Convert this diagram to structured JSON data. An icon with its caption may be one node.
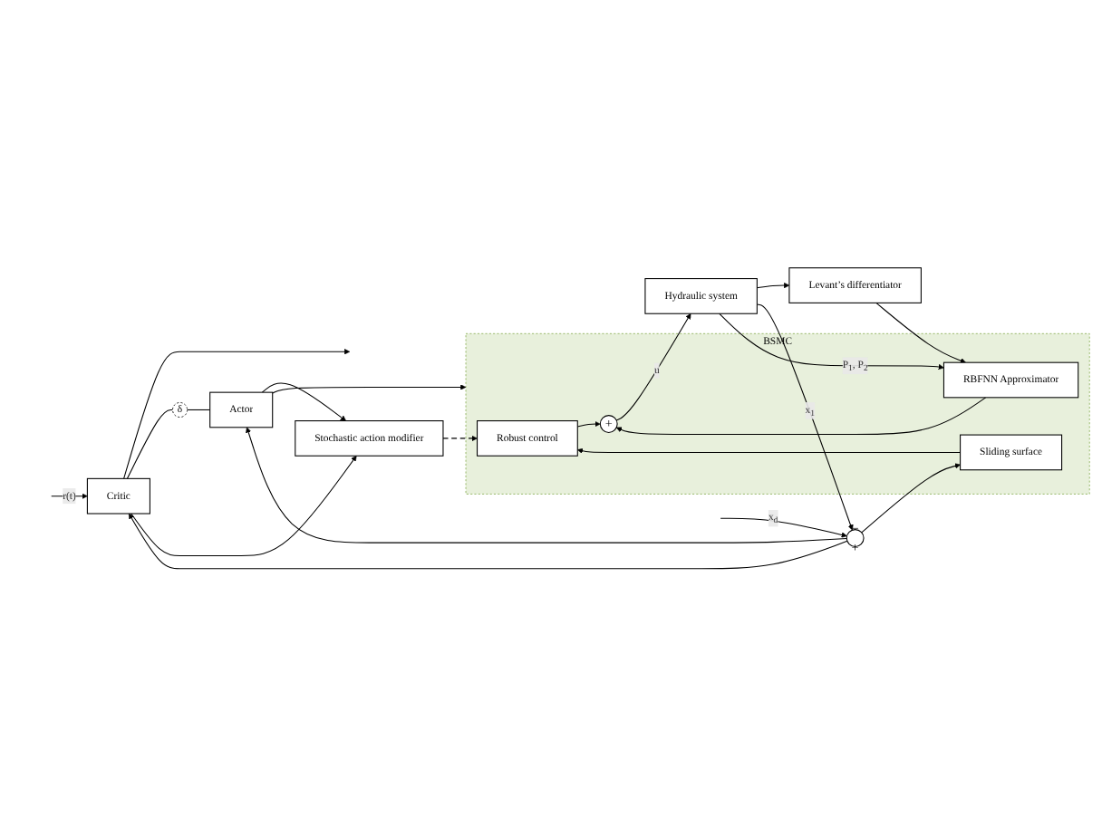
{
  "diagram": {
    "nodes": [
      {
        "text": [
          "Critic"
        ]
      },
      {
        "text": [
          "δ"
        ]
      },
      {
        "text": [
          "Actor"
        ]
      },
      {
        "text": [
          "Stochastic action modifier"
        ]
      },
      {
        "text": [
          "BSMC"
        ]
      },
      {
        "text": [
          "Sliding surface"
        ],
        "in": 4
      },
      {
        "text": [
          "Robust control"
        ],
        "in": 4
      },
      {
        "text": [
          "+"
        ],
        "in": 4
      },
      {
        "text": [
          "RBFNN Approximator"
        ],
        "in": 4
      },
      {
        "text": [
          "−",
          "+"
        ]
      },
      {
        "text": [
          "Hydraulic system"
        ]
      },
      {
        "text": [
          "Levant’s differentiator"
        ]
      }
    ],
    "edges": [
      {
        "from": null,
        "to": 9,
        "arrow": "to",
        "label": "x$_{d}$"
      },
      {
        "from": null,
        "to": 0,
        "arrow": "to",
        "label": "r(t)"
      },
      {
        "from": 9,
        "to": 0,
        "arrow": "to"
      },
      {
        "from": 9,
        "to": 2,
        "arrow": "to"
      },
      {
        "from": 9,
        "to": 5,
        "arrow": "to"
      },
      {
        "from": 0,
        "to": null,
        "arrow": "to"
      },
      {
        "from": 0,
        "to": 1,
        "arrow": "none"
      },
      {
        "from": 1,
        "to": 2,
        "arrow": "none"
      },
      {
        "from": 0,
        "to": 3,
        "arrow": "to"
      },
      {
        "from": 2,
        "to": 3,
        "arrow": "to"
      },
      {
        "from": 2,
        "to": 4,
        "arrow": "to"
      },
      {
        "from": 3,
        "to": 6,
        "arrow": "to",
        "style": "dashed"
      },
      {
        "from": 5,
        "to": 6,
        "arrow": "to"
      },
      {
        "from": 6,
        "to": 7,
        "arrow": "to"
      },
      {
        "from": 8,
        "to": 7,
        "arrow": "to"
      },
      {
        "from": 7,
        "to": 10,
        "arrow": "to",
        "label": "u"
      },
      {
        "from": 10,
        "to": 8,
        "arrow": "to",
        "label": "P$_{1}$, P$_{2}$"
      },
      {
        "from": 10,
        "to": 11,
        "arrow": "to"
      },
      {
        "from": 11,
        "to": 8,
        "arrow": "to"
      },
      {
        "from": 10,
        "to": 9,
        "arrow": "to",
        "label": "x$_{1}$"
      }
    ]
  }
}
